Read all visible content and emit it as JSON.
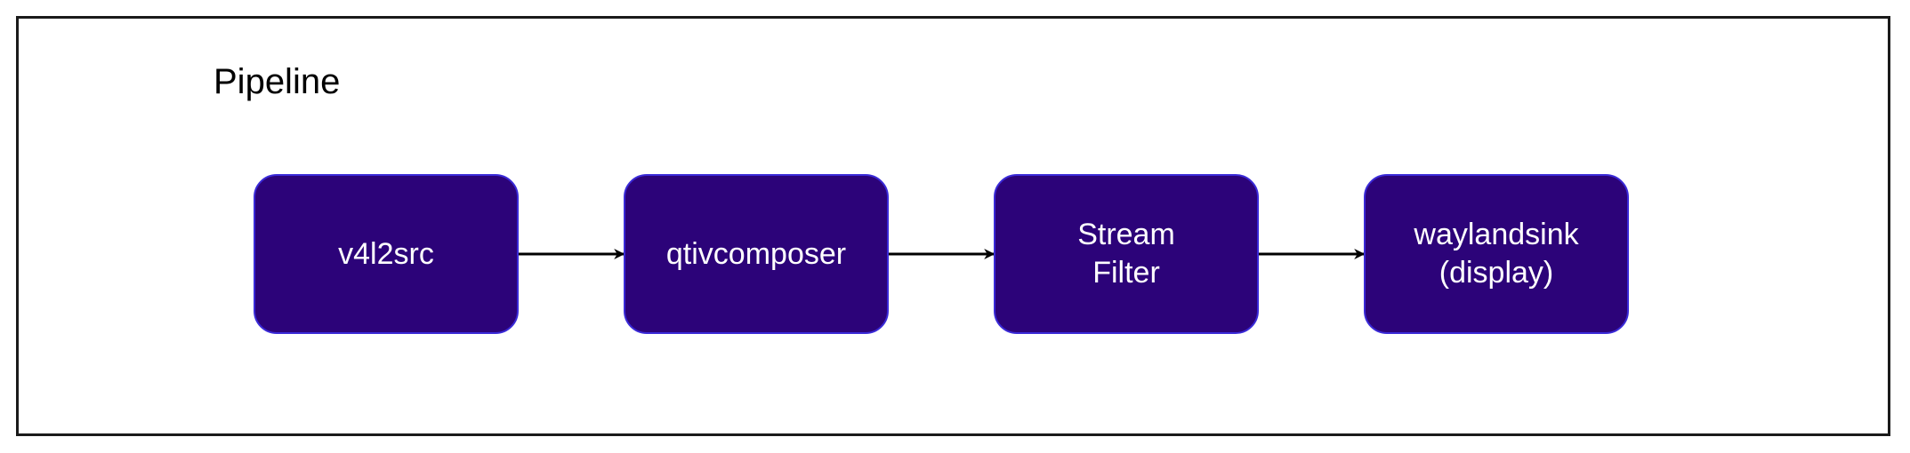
{
  "diagram": {
    "title": "Pipeline",
    "colors": {
      "node_fill": "#2c0379",
      "node_border": "#3a2ad8",
      "node_text": "#ffffff",
      "edge": "#000000",
      "frame": "#1a1a1a"
    },
    "nodes": [
      {
        "id": "n0",
        "label": "v4l2src"
      },
      {
        "id": "n1",
        "label": "qtivcomposer"
      },
      {
        "id": "n2",
        "label": "Stream\nFilter"
      },
      {
        "id": "n3",
        "label": "waylandsink\n(display)"
      }
    ],
    "edges": [
      {
        "from": "n0",
        "to": "n1"
      },
      {
        "from": "n1",
        "to": "n2"
      },
      {
        "from": "n2",
        "to": "n3"
      }
    ]
  }
}
